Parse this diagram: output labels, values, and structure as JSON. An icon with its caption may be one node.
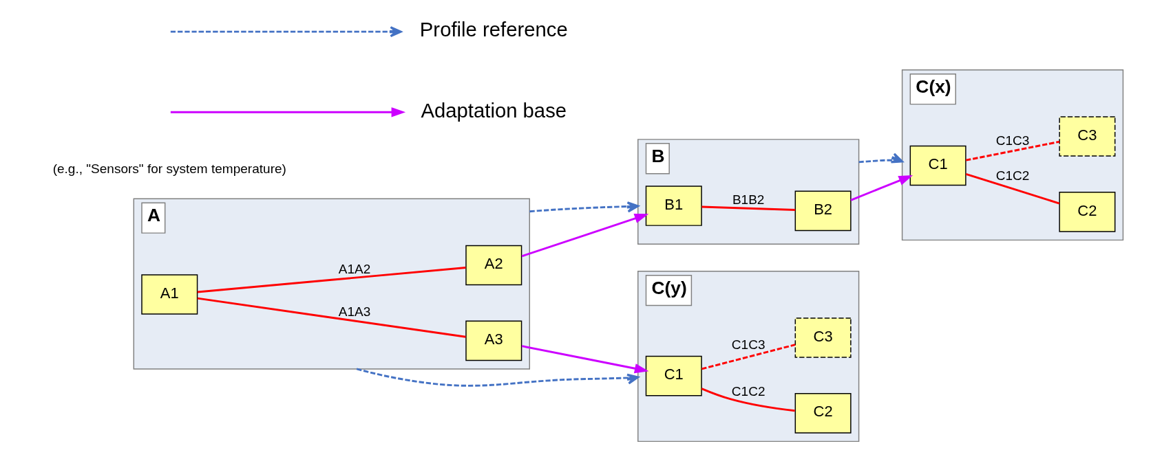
{
  "diagram": {
    "nodes": [
      {
        "text": [
          "A"
        ]
      },
      {
        "text": [
          "A1"
        ],
        "in": 0
      },
      {
        "text": [
          "A2"
        ],
        "in": 0
      },
      {
        "text": [
          "A3"
        ],
        "in": 0
      },
      {
        "text": [
          "B"
        ]
      },
      {
        "text": [
          "B1"
        ],
        "in": 4
      },
      {
        "text": [
          "B2"
        ],
        "in": 4
      },
      {
        "text": [
          "C(x)"
        ]
      },
      {
        "text": [
          "C1"
        ],
        "in": 7
      },
      {
        "text": [
          "C2"
        ],
        "in": 7
      },
      {
        "text": [
          "C3"
        ],
        "in": 7
      },
      {
        "text": [
          "C(y)"
        ]
      },
      {
        "text": [
          "C1"
        ],
        "in": 11
      },
      {
        "text": [
          "C2"
        ],
        "in": 11
      },
      {
        "text": [
          "C3"
        ],
        "in": 11
      }
    ],
    "edges": [
      {
        "from": 1,
        "to": 3,
        "arrow": "none",
        "label": "A1A3"
      },
      {
        "from": 1,
        "to": 2,
        "arrow": "none",
        "label": "A1A2"
      },
      {
        "from": 5,
        "to": 6,
        "arrow": "none",
        "label": "B1B2"
      },
      {
        "from": 8,
        "to": 10,
        "arrow": "none",
        "label": "C1C3",
        "style": "dashed"
      },
      {
        "from": 8,
        "to": 9,
        "arrow": "none",
        "label": "C1C2"
      },
      {
        "from": 12,
        "to": 14,
        "arrow": "none",
        "label": "C1C3",
        "style": "dashed"
      },
      {
        "from": 12,
        "to": 13,
        "arrow": "none",
        "label": "C1C2"
      },
      {
        "from": 0,
        "to": 4,
        "arrow": "to",
        "style": "dashed",
        "color": "#4472c4"
      },
      {
        "from": 4,
        "to": 7,
        "arrow": "to",
        "style": "dashed",
        "color": "#4472c4"
      },
      {
        "from": 0,
        "to": 11,
        "arrow": "to",
        "style": "dashed",
        "color": "#4472c4"
      },
      {
        "from": 2,
        "to": 5,
        "arrow": "to",
        "color": "#cc00ff"
      },
      {
        "from": 6,
        "to": 8,
        "arrow": "to",
        "color": "#cc00ff"
      },
      {
        "from": 3,
        "to": 12,
        "arrow": "to",
        "color": "#cc00ff"
      }
    ],
    "labels": [
      "(e.g., \"Sensors\" for system temperature)"
    ],
    "legend": [
      {
        "text": "Profile reference"
      },
      {
        "text": "Adaptation base"
      }
    ]
  }
}
